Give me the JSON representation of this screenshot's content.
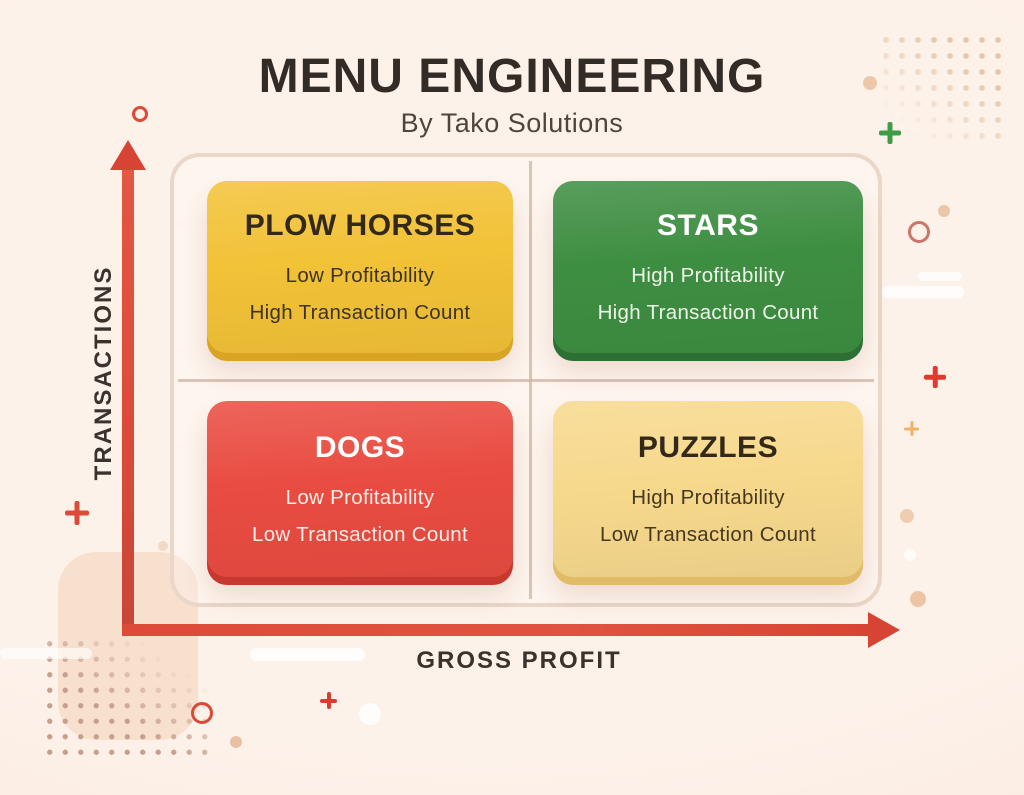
{
  "header": {
    "title": "MENU ENGINEERING",
    "subtitle": "By Tako Solutions"
  },
  "axes": {
    "y_label": "TRANSACTIONS",
    "x_label": "GROSS PROFIT",
    "arrow_color": "#dd4b38"
  },
  "matrix": {
    "quadrants": [
      {
        "key": "plow-horses",
        "title": "PLOW HORSES",
        "line1": "Low Profitability",
        "line2": "High Transaction Count",
        "bg": "#f2c237",
        "edge": "#d9a424",
        "title_color": "#32291a",
        "body_color": "#3e3321"
      },
      {
        "key": "stars",
        "title": "STARS",
        "line1": "High Profitability",
        "line2": "High Transaction Count",
        "bg": "#3e8e42",
        "edge": "#2d7033",
        "title_color": "#ffffff",
        "body_color": "#edf6e8"
      },
      {
        "key": "dogs",
        "title": "DOGS",
        "line1": "Low Profitability",
        "line2": "Low Transaction Count",
        "bg": "#e94c41",
        "edge": "#c7392f",
        "title_color": "#ffffff",
        "body_color": "#fdece7"
      },
      {
        "key": "puzzles",
        "title": "PUZZLES",
        "line1": "High Profitability",
        "line2": "Low Transaction Count",
        "bg": "#f7d98d",
        "edge": "#e2bb68",
        "title_color": "#32291a",
        "body_color": "#46391f"
      }
    ]
  },
  "palette": {
    "background": "#fdf0e8",
    "board_border": "#e9d7c9",
    "divider": "#cfb3a3",
    "title_color": "#332c26",
    "subtitle_color": "#4d453e",
    "axis_label_color": "#3a332d",
    "decor_red": "#dc4936",
    "decor_green_plus": "#3f9b45",
    "decor_orange_sparkle": "#f2b266",
    "decor_tan_dot": "#ecc7a8"
  },
  "decorations": [
    {
      "name": "ring-top-left",
      "color": "#dc4936"
    },
    {
      "name": "green-plus-top-right",
      "color": "#3f9b45"
    },
    {
      "name": "dot-grid-top-right",
      "color": "#e9c6ab"
    },
    {
      "name": "ring-right",
      "color": "#cb7568"
    },
    {
      "name": "red-plus-right",
      "color": "#e03a2e"
    },
    {
      "name": "orange-sparkle-right",
      "color": "#f2b266"
    },
    {
      "name": "red-plus-left",
      "color": "#dc4a38"
    },
    {
      "name": "red-plus-bottom",
      "color": "#dc3b2f"
    },
    {
      "name": "ring-bottom-left",
      "color": "#db4936"
    },
    {
      "name": "dot-grid-bottom-left",
      "color": "#c6a08c"
    },
    {
      "name": "tan-blob-bottom-left",
      "color": "#f6ddc9"
    }
  ]
}
